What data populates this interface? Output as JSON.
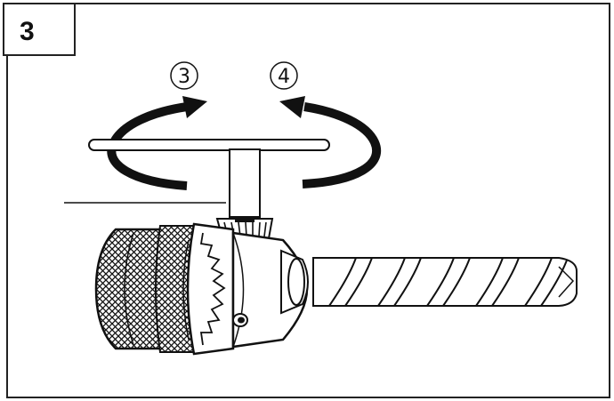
{
  "step": {
    "number": "3"
  },
  "rotation_labels": {
    "tighten": "3",
    "loosen": "4"
  },
  "colors": {
    "ink": "#111111",
    "paper": "#ffffff"
  },
  "icons": {
    "chuck": "drill-chuck-icon",
    "key": "chuck-key-icon",
    "bit": "drill-bit-icon",
    "arrow_left": "rotate-clockwise-arrow-icon",
    "arrow_right": "rotate-counterclockwise-arrow-icon"
  }
}
